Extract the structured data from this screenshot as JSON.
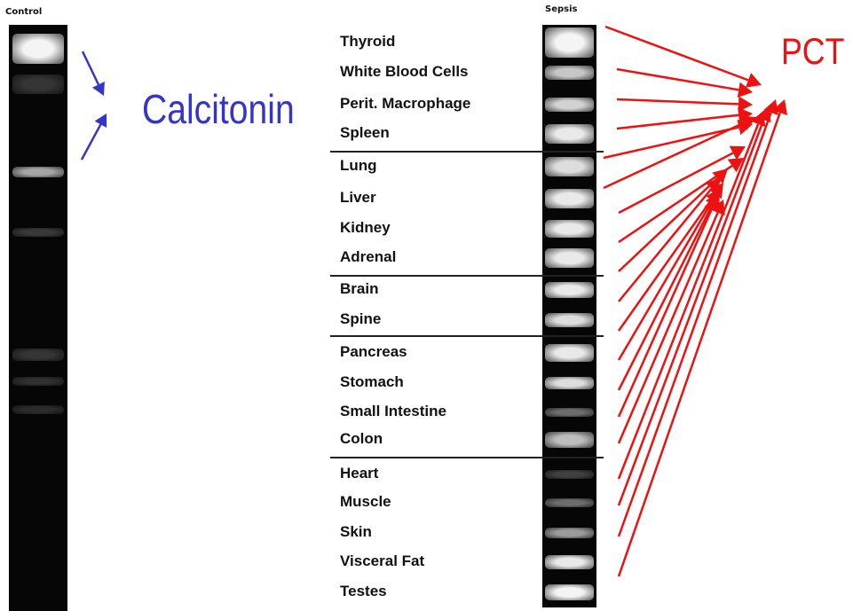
{
  "control": {
    "label": "Control",
    "band_intensities": [
      0.95,
      0.1,
      0.6,
      0.12,
      0.1,
      0.08,
      0.06
    ]
  },
  "sepsis": {
    "label": "Sepsis",
    "band_intensities": [
      0.95,
      0.75,
      0.8,
      0.9,
      0.85,
      0.9,
      0.9,
      0.9,
      0.9,
      0.85,
      0.9,
      0.85,
      0.35,
      0.7,
      0.15,
      0.35,
      0.55,
      0.9,
      0.95
    ]
  },
  "calcitonin_label": "Calcitonin",
  "pct_label": "PCT",
  "colors": {
    "calcitonin": "#3535c8",
    "pct": "#ee1111",
    "gel_background": "#060606"
  },
  "tissue_groups": [
    [
      "Thyroid",
      "White Blood Cells",
      "Perit. Macrophage",
      "Spleen"
    ],
    [
      "Lung",
      "Liver",
      "Kidney",
      "Adrenal"
    ],
    [
      "Brain",
      "Spine"
    ],
    [
      "Pancreas",
      "Stomach",
      "Small Intestine",
      "Colon"
    ],
    [
      "Heart",
      "Muscle",
      "Skin",
      "Visceral Fat",
      "Testes"
    ]
  ]
}
